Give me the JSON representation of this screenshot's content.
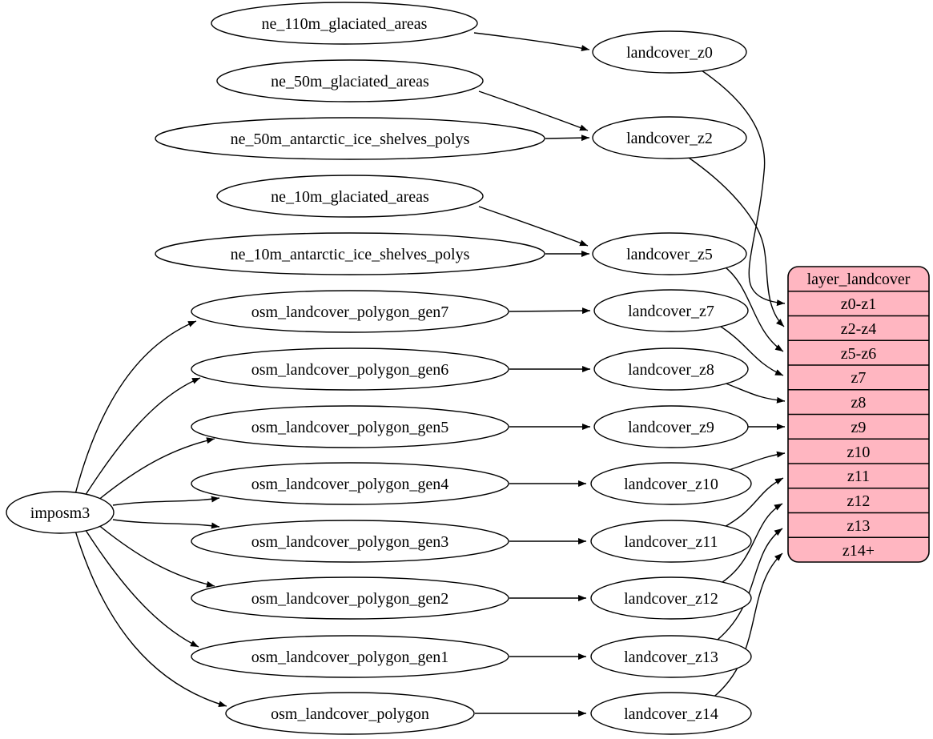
{
  "colors": {
    "record_fill": "#ffb6c1",
    "node_fill": "#ffffff",
    "edge_stroke": "#000000"
  },
  "nodes": {
    "imposm3": "imposm3",
    "ne_110m_glaciated_areas": "ne_110m_glaciated_areas",
    "ne_50m_glaciated_areas": "ne_50m_glaciated_areas",
    "ne_50m_antarctic_ice_shelves_polys": "ne_50m_antarctic_ice_shelves_polys",
    "ne_10m_glaciated_areas": "ne_10m_glaciated_areas",
    "ne_10m_antarctic_ice_shelves_polys": "ne_10m_antarctic_ice_shelves_polys",
    "osm_landcover_polygon_gen7": "osm_landcover_polygon_gen7",
    "osm_landcover_polygon_gen6": "osm_landcover_polygon_gen6",
    "osm_landcover_polygon_gen5": "osm_landcover_polygon_gen5",
    "osm_landcover_polygon_gen4": "osm_landcover_polygon_gen4",
    "osm_landcover_polygon_gen3": "osm_landcover_polygon_gen3",
    "osm_landcover_polygon_gen2": "osm_landcover_polygon_gen2",
    "osm_landcover_polygon_gen1": "osm_landcover_polygon_gen1",
    "osm_landcover_polygon": "osm_landcover_polygon",
    "landcover_z0": "landcover_z0",
    "landcover_z2": "landcover_z2",
    "landcover_z5": "landcover_z5",
    "landcover_z7": "landcover_z7",
    "landcover_z8": "landcover_z8",
    "landcover_z9": "landcover_z9",
    "landcover_z10": "landcover_z10",
    "landcover_z11": "landcover_z11",
    "landcover_z12": "landcover_z12",
    "landcover_z13": "landcover_z13",
    "landcover_z14": "landcover_z14"
  },
  "record": {
    "title": "layer_landcover",
    "rows": [
      "z0-z1",
      "z2-z4",
      "z5-z6",
      "z7",
      "z8",
      "z9",
      "z10",
      "z11",
      "z12",
      "z13",
      "z14+"
    ]
  },
  "edges": [
    {
      "from": "ne_110m_glaciated_areas",
      "to": "landcover_z0"
    },
    {
      "from": "ne_50m_glaciated_areas",
      "to": "landcover_z2"
    },
    {
      "from": "ne_50m_antarctic_ice_shelves_polys",
      "to": "landcover_z2"
    },
    {
      "from": "ne_10m_glaciated_areas",
      "to": "landcover_z5"
    },
    {
      "from": "ne_10m_antarctic_ice_shelves_polys",
      "to": "landcover_z5"
    },
    {
      "from": "osm_landcover_polygon_gen7",
      "to": "landcover_z7"
    },
    {
      "from": "osm_landcover_polygon_gen6",
      "to": "landcover_z8"
    },
    {
      "from": "osm_landcover_polygon_gen5",
      "to": "landcover_z9"
    },
    {
      "from": "osm_landcover_polygon_gen4",
      "to": "landcover_z10"
    },
    {
      "from": "osm_landcover_polygon_gen3",
      "to": "landcover_z11"
    },
    {
      "from": "osm_landcover_polygon_gen2",
      "to": "landcover_z12"
    },
    {
      "from": "osm_landcover_polygon_gen1",
      "to": "landcover_z13"
    },
    {
      "from": "osm_landcover_polygon",
      "to": "landcover_z14"
    },
    {
      "from": "imposm3",
      "to": "osm_landcover_polygon_gen7"
    },
    {
      "from": "imposm3",
      "to": "osm_landcover_polygon_gen6"
    },
    {
      "from": "imposm3",
      "to": "osm_landcover_polygon_gen5"
    },
    {
      "from": "imposm3",
      "to": "osm_landcover_polygon_gen4"
    },
    {
      "from": "imposm3",
      "to": "osm_landcover_polygon_gen3"
    },
    {
      "from": "imposm3",
      "to": "osm_landcover_polygon_gen2"
    },
    {
      "from": "imposm3",
      "to": "osm_landcover_polygon_gen1"
    },
    {
      "from": "imposm3",
      "to": "osm_landcover_polygon"
    },
    {
      "from": "landcover_z0",
      "to": "layer_landcover:z0-z1"
    },
    {
      "from": "landcover_z2",
      "to": "layer_landcover:z2-z4"
    },
    {
      "from": "landcover_z5",
      "to": "layer_landcover:z5-z6"
    },
    {
      "from": "landcover_z7",
      "to": "layer_landcover:z7"
    },
    {
      "from": "landcover_z8",
      "to": "layer_landcover:z8"
    },
    {
      "from": "landcover_z9",
      "to": "layer_landcover:z9"
    },
    {
      "from": "landcover_z10",
      "to": "layer_landcover:z10"
    },
    {
      "from": "landcover_z11",
      "to": "layer_landcover:z11"
    },
    {
      "from": "landcover_z12",
      "to": "layer_landcover:z12"
    },
    {
      "from": "landcover_z13",
      "to": "layer_landcover:z13"
    },
    {
      "from": "landcover_z14",
      "to": "layer_landcover:z14+"
    }
  ]
}
